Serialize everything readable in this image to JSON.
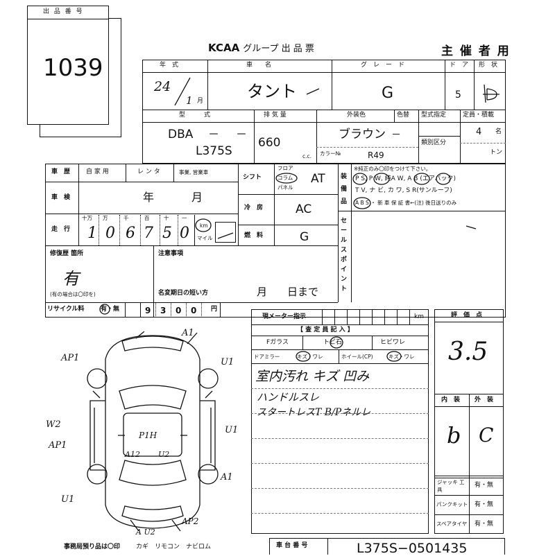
{
  "lot": {
    "label": "出 品 番 号",
    "number": "1039"
  },
  "header": {
    "logo": "KCAA",
    "group": ". グループ 出 品 票",
    "role": "主 催 者 用"
  },
  "labels": {
    "year_type": "年　式",
    "car_name": "車　　名",
    "grade": "グ　レ　ー　ド",
    "doors": "ド　ア",
    "body_shape": "形　状",
    "model": "型　　　式",
    "displacement": "排 気 量",
    "exterior": "外装色",
    "color_change": "色替",
    "type_designation": "型式指定",
    "capacity": "定員・積載",
    "category": "類別区分",
    "color_no": "カラー№",
    "cc": "c.c.",
    "history": "車　歴",
    "own_use": "自 家 用",
    "rental": "レ ン タ",
    "business": "事業, 営業車",
    "shaken": "車　検",
    "year": "年",
    "month": "月",
    "mileage": "走　行",
    "digit_units": [
      "十万",
      "万",
      "千",
      "百",
      "十",
      "一"
    ],
    "km": "km",
    "mile": "マイル",
    "shift": "シフト",
    "floor": "フロア",
    "column": "コラム",
    "panel": "パネル",
    "aircon": "冷　房",
    "fuel": "燃　料",
    "equipment": "装　備　品",
    "equip_note": "※純正のみ〇印をつけて下さい。",
    "equip_line1": "P S, P W, 純A W, A B (エアバック)",
    "equip_line2": "T V, ナ ビ, カ ワ, S R(サンルーフ)",
    "equip_line3": "A B S ・ 新 車 保 証 書←(注) 後日送りのみ",
    "sales_points": "セールスポイント",
    "repair": "修復歴 箇所",
    "repair_note": "(有の場合は〇印を)",
    "notes": "注意事項",
    "short_term": "名変期日の短い方",
    "day_until": "日まで",
    "recycle": "リサイクル料",
    "recycle_opt": "有・無",
    "yen": "円",
    "meter": "現メーター指示",
    "inspection": "【 査 定 員 記 入 】",
    "f_glass": "Fガラス",
    "tobi": "トビ石",
    "crack": "ヒビワレ",
    "door_mirror": "ドアミラー",
    "door_mirror_opt": "キズ・ワレ",
    "wheel": "ホイール(CP)",
    "wheel_opt": "キズ・ワレ",
    "score": "評　価　点",
    "interior": "内　装",
    "exterior_grade": "外　装",
    "jack": "ジャッキ 工　具",
    "puncture_kit": "パンクキット",
    "spare_tire": "スペアタイヤ",
    "yes_no": "有・無",
    "office_items": "事務局預り品は〇印",
    "office_list": "カギ　リモコン　ナビロム",
    "chassis": "車 台 番 号"
  },
  "vehicle": {
    "year": "24",
    "month": "1",
    "name": "タント",
    "grade": "G",
    "doors": "5",
    "model_prefix": "DBA",
    "model_dash1": "－",
    "model_dash2": "－",
    "model": "L375S",
    "displacement": "660",
    "color": "ブラウン",
    "color_code": "R49",
    "capacity": "4",
    "capacity_unit": "名",
    "load_unit": "トン",
    "mileage_digits": [
      "1",
      "0",
      "6",
      "7",
      "5",
      "0"
    ],
    "shift": "AT",
    "aircon": "AC",
    "fuel": "G",
    "repair_history": "有",
    "recycle_digits": [
      "9",
      "3",
      "0",
      "0"
    ],
    "chassis_no": "L375S−0501435"
  },
  "grading": {
    "overall": "3.5",
    "interior": "b",
    "exterior": "C"
  },
  "remarks": [
    "室内汚れ キズ 凹み",
    "ハンドルスレ",
    "スタートレスT B/Pネルレ"
  ],
  "diagram_marks": {
    "top": "A1",
    "left_front": "AP1",
    "right_front": "U1",
    "left_mid": "W2",
    "left_mid2": "AP1",
    "right_mid": "U1",
    "center": "P1H",
    "center_a": "A12",
    "center_u": "U2",
    "rear_right": "A1",
    "rear_left": "U1",
    "bottom": "A U2",
    "bottom_right": "AP2"
  }
}
